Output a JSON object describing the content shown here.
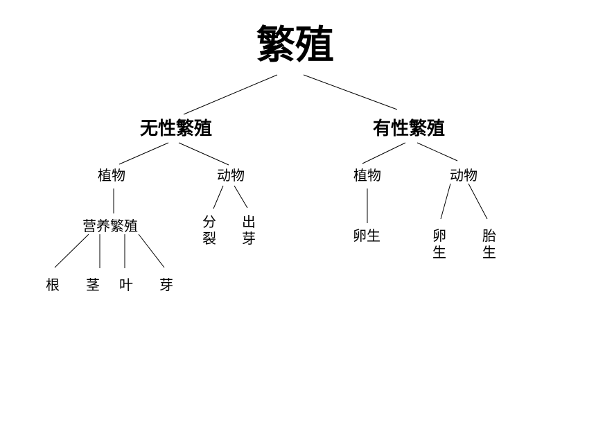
{
  "root": {
    "label": "繁殖"
  },
  "asexual": {
    "label": "无性繁殖",
    "plant": {
      "label": "植物",
      "vegetative": {
        "label": "营养繁殖",
        "leaves": [
          "根",
          "茎",
          "叶",
          "芽"
        ]
      }
    },
    "animal": {
      "label": "动物",
      "leaves": [
        "分裂",
        "出芽"
      ]
    }
  },
  "sexual": {
    "label": "有性繁殖",
    "plant": {
      "label": "植物",
      "leaves": [
        "卵生"
      ]
    },
    "animal": {
      "label": "动物",
      "leaves": [
        "卵生",
        "胎生"
      ]
    }
  }
}
